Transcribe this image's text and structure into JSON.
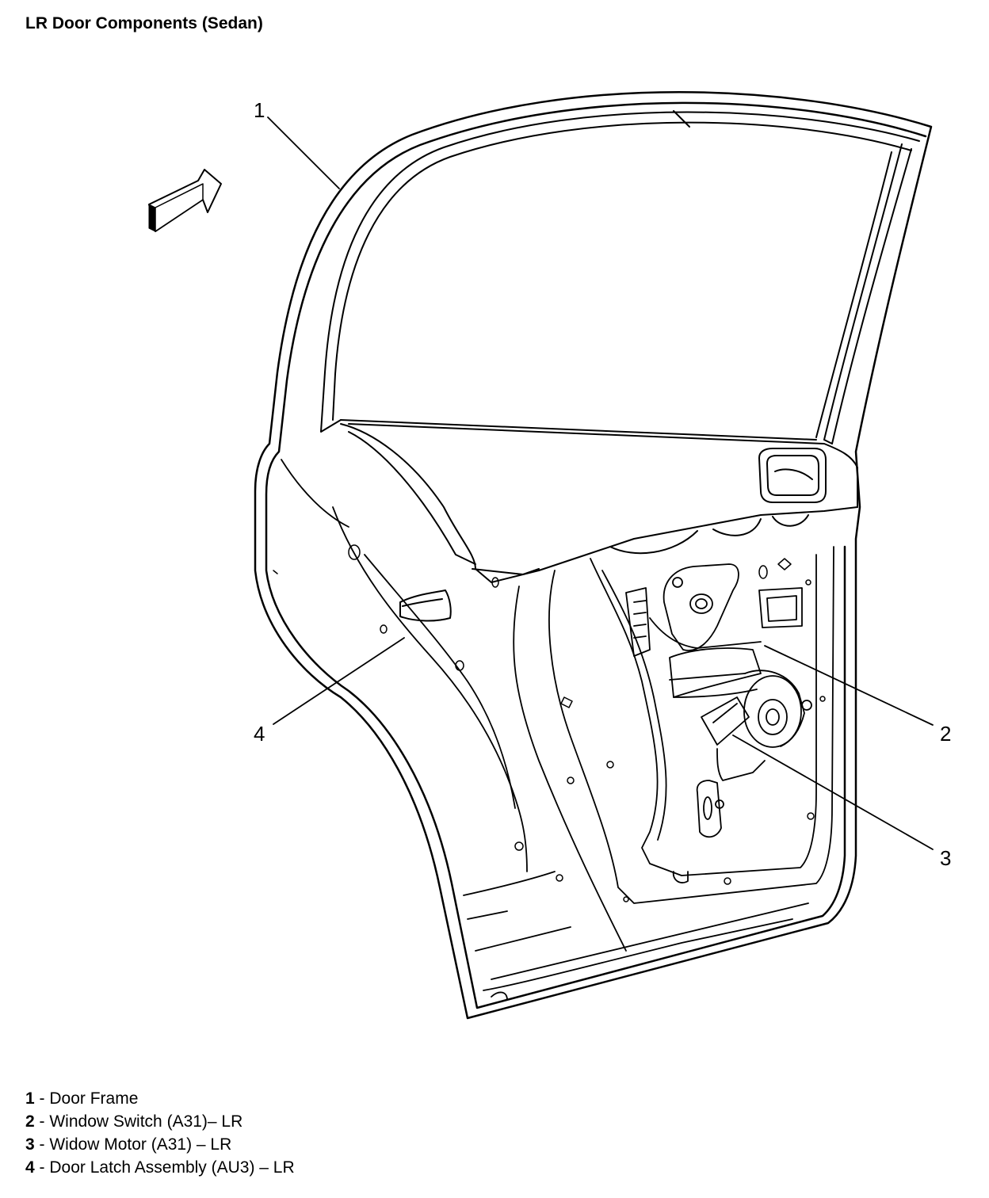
{
  "title": "LR Door Components (Sedan)",
  "callouts": [
    {
      "number": "1",
      "label": "Door Frame"
    },
    {
      "number": "2",
      "label": "Window Switch (A31)– LR"
    },
    {
      "number": "3",
      "label": "Widow Motor (A31) – LR"
    },
    {
      "number": "4",
      "label": "Door Latch Assembly (AU3) – LR"
    }
  ],
  "legend_separator": " - ",
  "icons": {
    "direction_arrow": "front-direction-arrow-icon"
  }
}
